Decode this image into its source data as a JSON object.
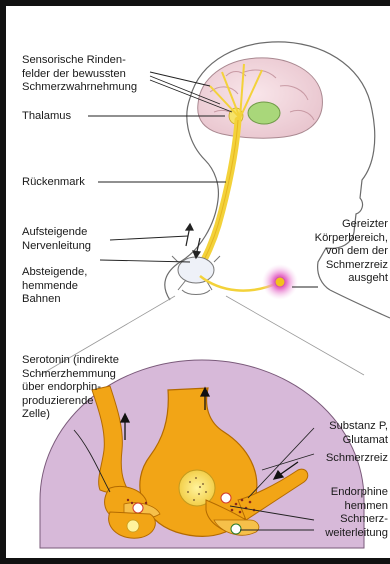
{
  "labels": {
    "sensory_cortex": "Sensorische Rinden-\nfelder der bewussten\nSchmerzwahrnehmung",
    "thalamus": "Thalamus",
    "spinal_cord": "Rückenmark",
    "ascending": "Aufsteigende\nNervenleitung",
    "descending": "Absteigende,\nhemmende\nBahnen",
    "irritated_area": "Gereizter\nKörperbereich,\nvon dem der\nSchmerzreiz\nausgeht",
    "serotonin": "Serotonin (indirekte\nSchmerzhemmung\nüber endorphin-\nproduzierende\nZelle)",
    "substance_p": "Substanz P,\nGlutamat",
    "pain_stimulus": "Schmerzreiz",
    "endorphins": "Endorphine\nhemmen\nSchmerz-\nweiterleitung"
  },
  "colors": {
    "pathway_yellow": "#f3d23a",
    "neuron_orange": "#f2a516",
    "neuron_outline": "#b36a00",
    "thalamus_green": "#a9d77a",
    "pain_glow": "#d24fb8",
    "zoom_bg": "#d7b9d9"
  }
}
